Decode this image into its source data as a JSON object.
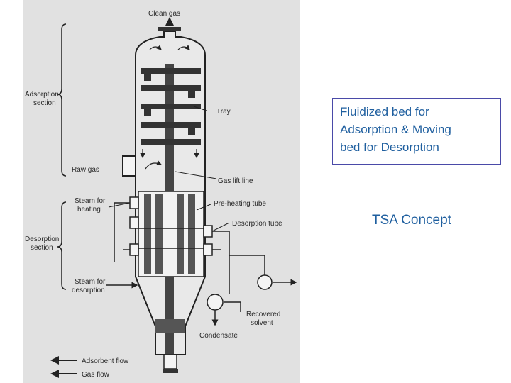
{
  "diagram": {
    "labels": {
      "clean_gas": "Clean gas",
      "adsorption_section_1": "Adsorption",
      "adsorption_section_2": "section",
      "tray": "Tray",
      "raw_gas": "Raw gas",
      "gas_lift_line": "Gas lift line",
      "steam_heating_1": "Steam for",
      "steam_heating_2": "heating",
      "pre_heating_tube": "Pre-heating tube",
      "desorption_tube": "Desorption tube",
      "desorption_section_1": "Desorption",
      "desorption_section_2": "section",
      "steam_desorption_1": "Steam for",
      "steam_desorption_2": "desorption",
      "recovered_solvent_1": "Recovered",
      "recovered_solvent_2": "solvent",
      "condensate": "Condensate",
      "adsorbent_flow": "Adsorbent flow",
      "gas_flow": "Gas flow"
    }
  },
  "slide": {
    "callout_text": "Fluidized bed for\nAdsorption & Moving\nbed for Desorption",
    "concept_title": "TSA Concept",
    "accent_color": "#1f5f9f",
    "border_color": "#4a4aa8"
  }
}
